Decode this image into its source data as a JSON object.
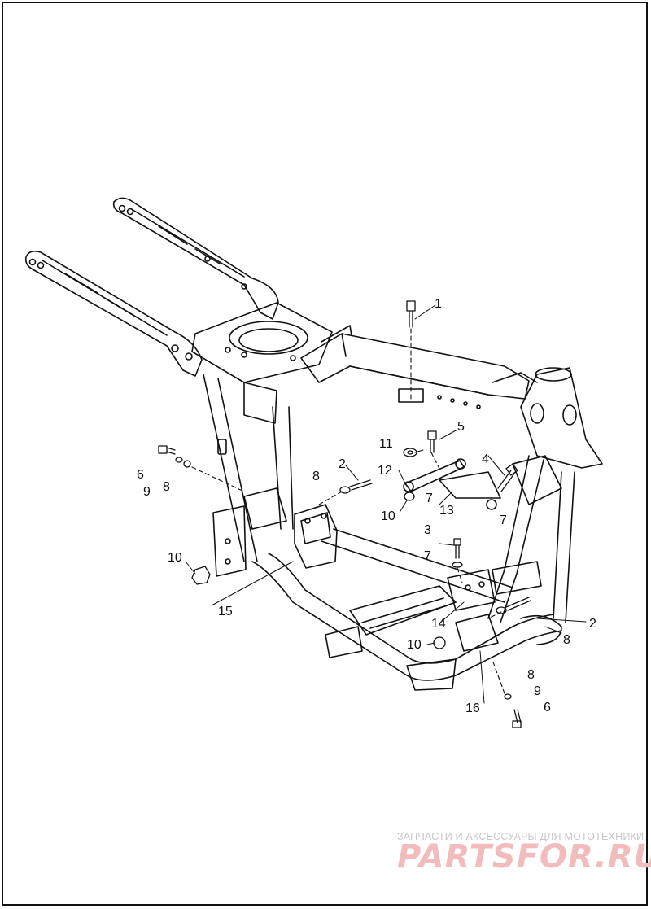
{
  "callouts": [
    "1",
    "2",
    "2",
    "3",
    "4",
    "5",
    "6",
    "6",
    "7",
    "7",
    "7",
    "8",
    "8",
    "8",
    "8",
    "9",
    "9",
    "10",
    "10",
    "10",
    "11",
    "12",
    "13",
    "14",
    "15",
    "16"
  ],
  "watermark": {
    "caption": "ЗАПЧАСТИ И АКСЕССУАРЫ ДЛЯ МОТОТЕХНИКИ",
    "brand": "PARTSFOR.RU"
  }
}
